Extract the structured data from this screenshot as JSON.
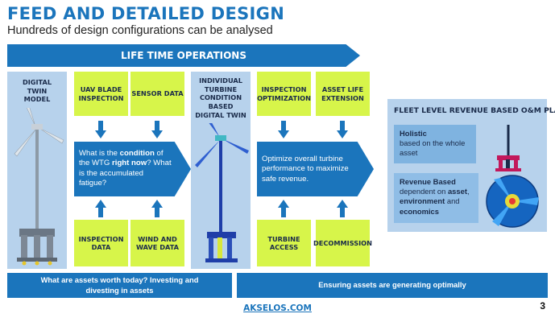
{
  "header": {
    "title": "FEED AND DETAILED DESIGN",
    "subtitle": "Hundreds of design configurations can be analysed"
  },
  "banner": {
    "label": "LIFE TIME OPERATIONS"
  },
  "columns": {
    "digital_twin_model": "DIGITAL TWIN MODEL",
    "individual_turbine": "INDIVIDUAL TURBINE CONDITION BASED DIGITAL TWIN"
  },
  "left_group": {
    "top_boxes": [
      "UAV BLADE INSPECTION",
      "SENSOR DATA"
    ],
    "bottom_boxes": [
      "INSPECTION DATA",
      "WIND AND WAVE DATA"
    ],
    "arrow_text": {
      "p1": "What is the ",
      "b1": "condition",
      "p2": " of the WTG ",
      "b2": "right now",
      "p3": "? What is the accumulated fatigue?"
    }
  },
  "right_group": {
    "top_boxes": [
      "INSPECTION OPTIMIZATION",
      "ASSET LIFE EXTENSION"
    ],
    "bottom_boxes": [
      "TURBINE ACCESS",
      "DECOMMISSION"
    ],
    "arrow_text": "Optimize overall turbine performance to maximize safe revenue."
  },
  "fleet_panel": {
    "title": "FLEET LEVEL REVENUE BASED O&M PLAN",
    "holistic": {
      "bold": "Holistic",
      "text": "based on the whole asset"
    },
    "revenue": {
      "bold": "Revenue Based",
      "t1": "dependent on ",
      "b1": "asset",
      "t2": ", ",
      "b2": "environment",
      "t3": " and ",
      "b3": "economics"
    }
  },
  "bottom_bars": {
    "left": "What are assets worth today? Investing and divesting in assets",
    "right": "Ensuring assets are generating optimally"
  },
  "footer": {
    "link": "AKSELOS.COM",
    "page_number": "3"
  },
  "colors": {
    "primary_blue": "#1b75bc",
    "light_blue": "#b7d2ec",
    "lime": "#d7f54a",
    "panel_blue": "#7fb3e0"
  }
}
